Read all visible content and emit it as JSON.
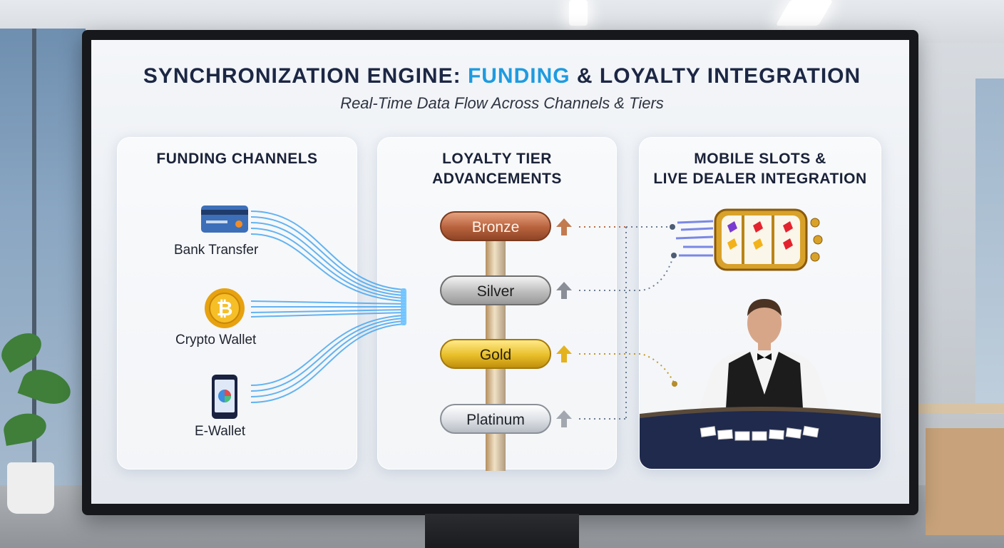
{
  "title_parts": {
    "before": "SYNCHRONIZATION ENGINE: ",
    "highlight": "FUNDING",
    "after": " & LOYALTY INTEGRATION"
  },
  "subtitle": "Real-Time Data Flow Across Channels & Tiers",
  "panels": {
    "funding": {
      "title": "FUNDING CHANNELS",
      "channels": [
        {
          "label": "Bank Transfer",
          "icon": "credit-card-icon"
        },
        {
          "label": "Crypto Wallet",
          "icon": "bitcoin-icon"
        },
        {
          "label": "E-Wallet",
          "icon": "smartphone-icon"
        }
      ]
    },
    "loyalty": {
      "title_line1": "LOYALTY TIER",
      "title_line2": "ADVANCEMENTS",
      "tiers": [
        {
          "label": "Bronze",
          "color": "#b8623d"
        },
        {
          "label": "Silver",
          "color": "#bdbdbd"
        },
        {
          "label": "Gold",
          "color": "#e8bf2a"
        },
        {
          "label": "Platinum",
          "color": "#dcdfe4"
        }
      ]
    },
    "integration": {
      "title_line1": "MOBILE SLOTS &",
      "title_line2": "LIVE DEALER INTEGRATION"
    }
  },
  "colors": {
    "title": "#1c2744",
    "accent": "#1e9be0",
    "flow": "#4aa8f0"
  }
}
